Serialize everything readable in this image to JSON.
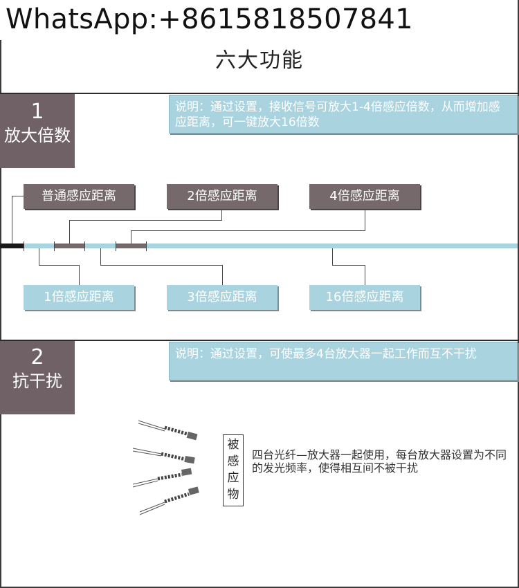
{
  "watermark": "WhatsApp:+8615818507841",
  "title": "六大功能",
  "section1": {
    "number": "1",
    "name": "放大倍数",
    "note": "说明：通过设置，接收信号可放大1-4倍感应倍数，从而增加感应距离，可一键放大16倍数",
    "top_labels": [
      "普通感应距离",
      "2倍感应距离",
      "4倍感应距离"
    ],
    "bottom_labels": [
      "1倍感应距离",
      "3倍感应距离",
      "16倍感应距离"
    ]
  },
  "section2": {
    "number": "2",
    "name": "抗干扰",
    "note": "说明：通过设置，可使最多4台放大器一起工作而互不干扰",
    "target": [
      "被",
      "感",
      "应",
      "物"
    ],
    "description": "四台光纤—放大器一起使用，每台放大器设置为不同的发光频率，使得相互间不被干扰"
  },
  "colors": {
    "accent_dark": "#6f6166",
    "accent_light": "#a9d3df"
  }
}
